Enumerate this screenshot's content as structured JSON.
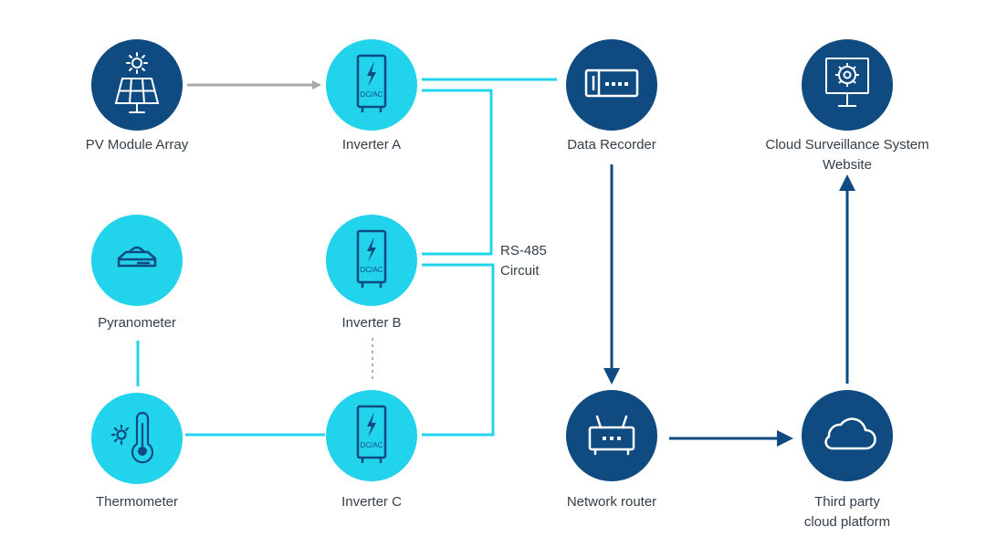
{
  "colors": {
    "cyan": "#22d3ec",
    "navy": "#0f4a80",
    "gray_arrow": "#a9a9a9",
    "gray_dotted": "#b0b0b0",
    "text": "#333f4a"
  },
  "nodes": {
    "pv": {
      "label": "PV Module Array",
      "icon": "solar-panel-icon"
    },
    "inv_a": {
      "label": "Inverter A",
      "icon": "inverter-icon",
      "icon_text": "DC/AC"
    },
    "recorder": {
      "label": "Data Recorder",
      "icon": "data-recorder-icon"
    },
    "cloud_site": {
      "label_line1": "Cloud Surveillance System",
      "label_line2": "Website",
      "icon": "monitor-gear-icon"
    },
    "pyrano": {
      "label": "Pyranometer",
      "icon": "pyranometer-icon"
    },
    "inv_b": {
      "label": "Inverter B",
      "icon": "inverter-icon",
      "icon_text": "DC/AC"
    },
    "thermo": {
      "label": "Thermometer",
      "icon": "thermometer-icon"
    },
    "inv_c": {
      "label": "Inverter C",
      "icon": "inverter-icon",
      "icon_text": "DC/AC"
    },
    "router": {
      "label": "Network router",
      "icon": "router-icon"
    },
    "cloud_platform": {
      "label_line1": "Third party",
      "label_line2": "cloud platform",
      "icon": "cloud-icon"
    }
  },
  "bus": {
    "label_line1": "RS-485",
    "label_line2": "Circuit"
  }
}
